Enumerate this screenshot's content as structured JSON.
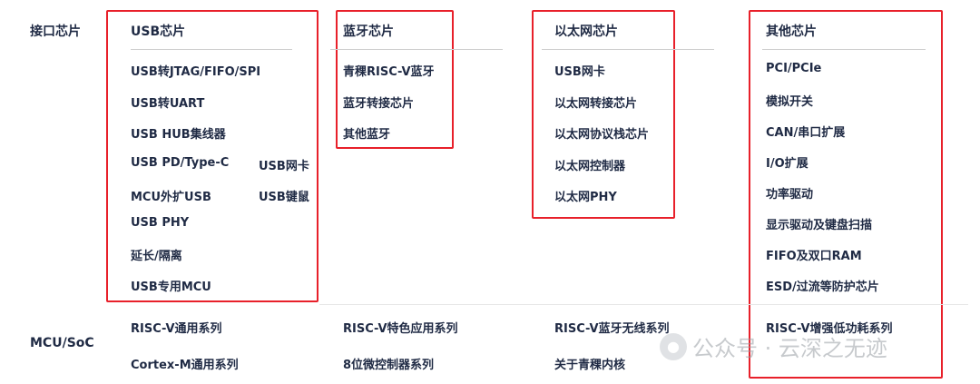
{
  "sections": {
    "interface_chips": "接口芯片",
    "mcu_soc": "MCU/SoC"
  },
  "columns": {
    "usb": {
      "title": "USB芯片",
      "items": [
        "USB转JTAG/FIFO/SPI",
        "USB转UART",
        "USB HUB集线器",
        "USB PD/Type-C",
        "MCU外扩USB",
        "USB PHY",
        "延长/隔离",
        "USB专用MCU"
      ],
      "side_items": [
        "USB网卡",
        "USB键鼠"
      ]
    },
    "bluetooth": {
      "title": "蓝牙芯片",
      "items": [
        "青稞RISC-V蓝牙",
        "蓝牙转接芯片",
        "其他蓝牙"
      ]
    },
    "ethernet": {
      "title": "以太网芯片",
      "items": [
        "USB网卡",
        "以太网转接芯片",
        "以太网协议栈芯片",
        "以太网控制器",
        "以太网PHY"
      ]
    },
    "other": {
      "title": "其他芯片",
      "items": [
        "PCI/PCIe",
        "模拟开关",
        "CAN/串口扩展",
        "I/O扩展",
        "功率驱动",
        "显示驱动及键盘扫描",
        "FIFO及双口RAM",
        "ESD/过流等防护芯片"
      ]
    }
  },
  "mcu": {
    "row1": [
      "RISC-V通用系列",
      "RISC-V特色应用系列",
      "RISC-V蓝牙无线系列",
      "RISC-V增强低功耗系列"
    ],
    "row2": [
      "Cortex-M通用系列",
      "8位微控制器系列",
      "关于青稞内核"
    ]
  },
  "watermark": {
    "text": "公众号 · 云深之无迹"
  },
  "colors": {
    "highlight_border": "#e8202a",
    "text": "#1f2a44"
  }
}
